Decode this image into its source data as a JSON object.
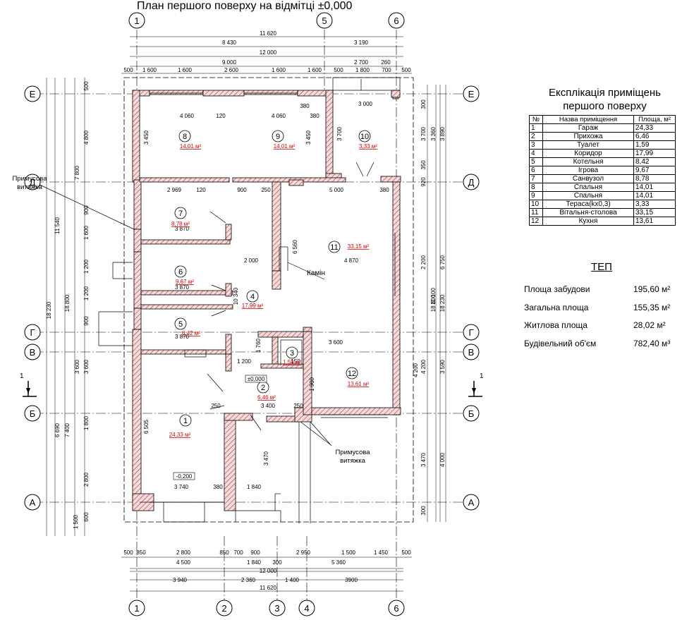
{
  "title": "План першого поверху на відмітці  ±0,000",
  "axes": {
    "vertical": [
      "1",
      "2",
      "3",
      "4",
      "5",
      "6"
    ],
    "horizontal": [
      "Е",
      "Д",
      "Г",
      "В",
      "Б",
      "А"
    ]
  },
  "dims_top": {
    "row1": "11 620",
    "row2a": "8 430",
    "row2b": "3 190",
    "row3": "12 000",
    "row4a": "9 000",
    "row4b": "2 700",
    "row4c": "260",
    "row5": [
      "500",
      "1 600",
      "1 600",
      "2 600",
      "1 600",
      "1 600",
      "500",
      "1 800",
      "700",
      "500"
    ]
  },
  "dims_bottom": {
    "row1": [
      "500",
      "850",
      "2 800",
      "850",
      "700",
      "900",
      "2 950",
      "1 500",
      "1 450",
      "500"
    ],
    "row2a": "4 500",
    "row2b": "1 840",
    "row2c": "300",
    "row2d": "5 360",
    "row3": "12 000",
    "row4": [
      "3 940",
      "2 360",
      "1 400",
      "3900"
    ],
    "row5": "11 620"
  },
  "dims_left": [
    "500",
    "4 800",
    "7 800",
    "11 540",
    "900",
    "1 600",
    "1 200",
    "1 200",
    "900",
    "3 600",
    "18 230",
    "18 800",
    "3 600",
    "6 690",
    "7 400",
    "1 800",
    "2 800",
    "1 500",
    "600"
  ],
  "dims_right": [
    "300",
    "3 700",
    "3 360",
    "3 890",
    "350",
    "920",
    "2 200",
    "6 750",
    "11 100",
    "18 800",
    "18 230",
    "4 200",
    "3 590",
    "3 470",
    "4 000",
    "300"
  ],
  "rooms": [
    {
      "num": "1",
      "area": "24,33 м²"
    },
    {
      "num": "2",
      "area": "6,46 м²"
    },
    {
      "num": "3",
      "area": "1,59 м²"
    },
    {
      "num": "4",
      "area": "17,99 м²"
    },
    {
      "num": "5",
      "area": "8,42 м²"
    },
    {
      "num": "6",
      "area": "9,67 м²"
    },
    {
      "num": "7",
      "area": "8,78 м²"
    },
    {
      "num": "8",
      "area": "14,01 м²"
    },
    {
      "num": "9",
      "area": "14,01 м²"
    },
    {
      "num": "10",
      "area": "3,33 м²"
    },
    {
      "num": "11",
      "area": "33,15 м²"
    },
    {
      "num": "12",
      "area": "13,61 м²"
    }
  ],
  "inner_dims": [
    "4 060",
    "120",
    "4 060",
    "380",
    "3 000",
    "380",
    "3 450",
    "3 450",
    "3 700",
    "2 969",
    "120",
    "900",
    "250",
    "5 000",
    "380",
    "3 870",
    "2 000",
    "4 870",
    "6 560",
    "3 870",
    "10 340",
    "3 870",
    "3 600",
    "1 200",
    "1 760",
    "150",
    "3 400",
    "250",
    "250",
    "6 505",
    "3 740",
    "380",
    "1 840",
    "3 470",
    "1 900",
    "4 200"
  ],
  "labels": {
    "fireplace": "Камін",
    "vent_left": "Примусова\nвитяжка",
    "vent_bottom": "Примусова\nвитяжка",
    "mark_zero": "±0,000",
    "mark_garage": "-0,200",
    "section": "1"
  },
  "explication": {
    "title": "Експлікація приміщень\nпершого поверху",
    "headers": [
      "№",
      "Назва приміщення",
      "Площа, м²"
    ],
    "rows": [
      [
        "1",
        "Гараж",
        "24,33"
      ],
      [
        "2",
        "Прихожа",
        "6,46"
      ],
      [
        "3",
        "Туалет",
        "1,59"
      ],
      [
        "4",
        "Коридор",
        "17,99"
      ],
      [
        "5",
        "Котельня",
        "8,42"
      ],
      [
        "6",
        "Ігрова",
        "9,67"
      ],
      [
        "7",
        "Санвузол",
        "8,78"
      ],
      [
        "8",
        "Спальня",
        "14,01"
      ],
      [
        "9",
        "Спальня",
        "14,01"
      ],
      [
        "10",
        "Тераса(kx0,3)",
        "3,33"
      ],
      [
        "11",
        "Вітальня-столова",
        "33,15"
      ],
      [
        "12",
        "Кухня",
        "13,61"
      ]
    ]
  },
  "tep": {
    "title": "ТЕП",
    "rows": [
      {
        "label": "Площа забудови",
        "value": "195,60 м²"
      },
      {
        "label": "Загальна площа",
        "value": "155,35 м²"
      },
      {
        "label": "Житлова площа",
        "value": "28,02 м²"
      },
      {
        "label": "Будівельний об'єм",
        "value": "782,40 м³"
      }
    ]
  },
  "colors": {
    "wall_fill": "#f2d8d8",
    "wall_hatch": "#b03030",
    "area_text": "#e00000",
    "line": "#000000"
  }
}
